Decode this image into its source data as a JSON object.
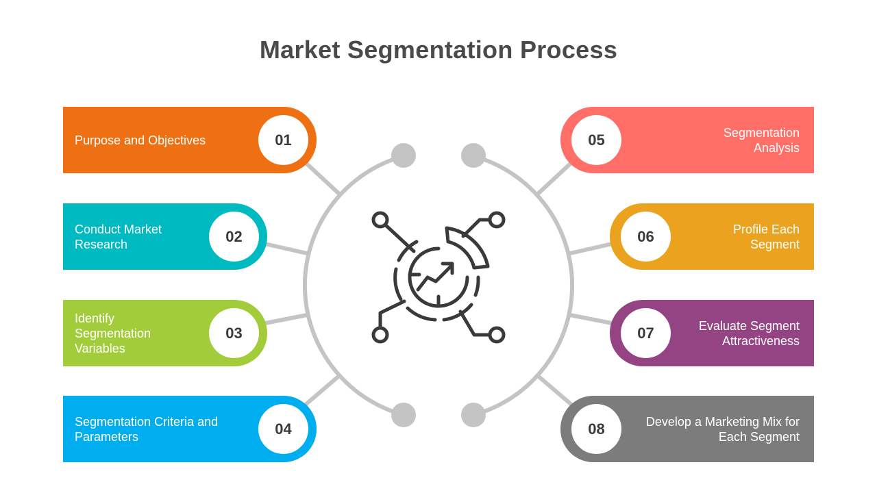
{
  "title": "Market Segmentation Process",
  "colors": {
    "ring": "#c4c4c4",
    "icon": "#3a3a3a",
    "title": "#4a4a4a"
  },
  "center_icon": "analytics-target-growth-icon",
  "steps": [
    {
      "number": "01",
      "label": "Purpose and Objectives",
      "color": "#ee7012"
    },
    {
      "number": "02",
      "label": "Conduct Market Research",
      "color": "#00bac2"
    },
    {
      "number": "03",
      "label": "Identify Segmentation Variables",
      "color": "#a3cc3a"
    },
    {
      "number": "04",
      "label": "Segmentation Criteria and Parameters",
      "color": "#00adee"
    },
    {
      "number": "05",
      "label": "Segmentation Analysis",
      "color": "#ff6f67"
    },
    {
      "number": "06",
      "label": "Profile Each Segment",
      "color": "#eba31f"
    },
    {
      "number": "07",
      "label": "Evaluate Segment Attractiveness",
      "color": "#944383"
    },
    {
      "number": "08",
      "label": "Develop a Marketing Mix for Each Segment",
      "color": "#7c7c7c"
    }
  ]
}
